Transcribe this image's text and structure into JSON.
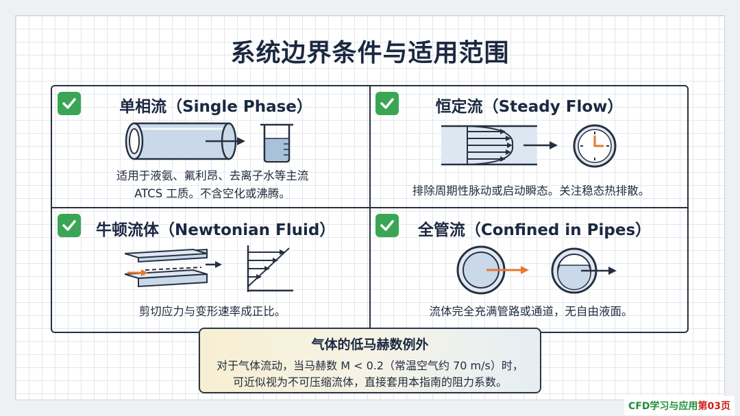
{
  "title": "系统边界条件与适用范围",
  "cards": [
    {
      "title": "单相流（Single Phase）",
      "desc_lines": [
        "适用于液氨、氟利昂、去离子水等主流",
        "ATCS 工质。不含空化或沸腾。"
      ],
      "icon": "pipe-and-beaker-icon"
    },
    {
      "title": "恒定流（Steady Flow）",
      "desc_lines": [
        "排除周期性脉动或启动瞬态。关注稳态热排散。"
      ],
      "icon": "velocity-profile-and-clock-icon"
    },
    {
      "title": "牛顿流体（Newtonian Fluid）",
      "desc_lines": [
        "剪切应力与变形速率成正比。"
      ],
      "icon": "shear-plates-and-profile-icon"
    },
    {
      "title": "全管流（Confined in Pipes）",
      "desc_lines": [
        "流体完全充满管路或通道，无自由液面。"
      ],
      "icon": "full-pipe-cross-section-icon"
    }
  ],
  "callout": {
    "title": "气体的低马赫数例外",
    "lines": [
      "对于气体流动，当马赫数 M < 0.2（常温空气约 70 m/s）时，",
      "可近似视为不可压缩流体，直接套用本指南的阻力系数。"
    ]
  },
  "footer": {
    "prefix": "CFD学习与应用",
    "page": "第03页"
  },
  "colors": {
    "check_green": "#3aa655",
    "accent_orange": "#e8772e",
    "pipe_blue": "#c9d9ea",
    "ink": "#1b2840"
  }
}
